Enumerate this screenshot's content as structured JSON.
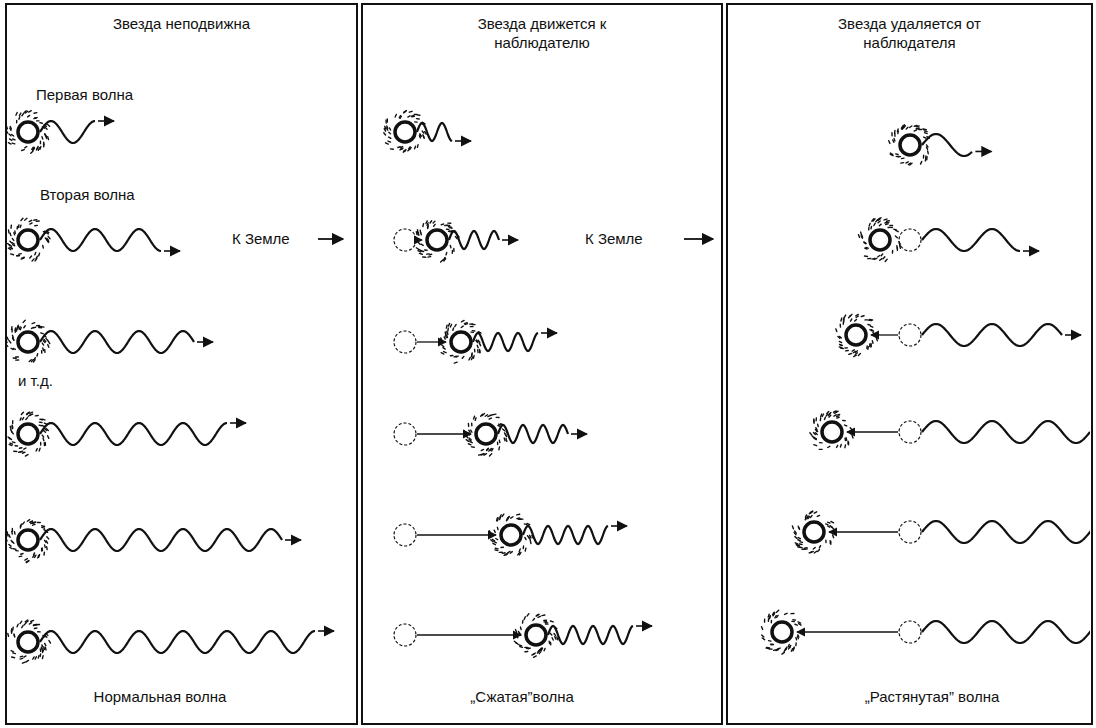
{
  "diagram": {
    "nodes": [
      {
        "text": [
          "Звезда неподвижна"
        ]
      },
      {
        "text": [
          "Звезда движется к наблюдателю"
        ]
      },
      {
        "text": [
          "Звезда удаляется от наблюдателя"
        ]
      }
    ],
    "labels": [
      "Первая волна",
      "Вторая волна",
      "К Земле",
      "и т.д.",
      "Нормальная волна",
      "К Земле",
      "„Сжатая”волна",
      "„Растянутая” волна"
    ]
  }
}
